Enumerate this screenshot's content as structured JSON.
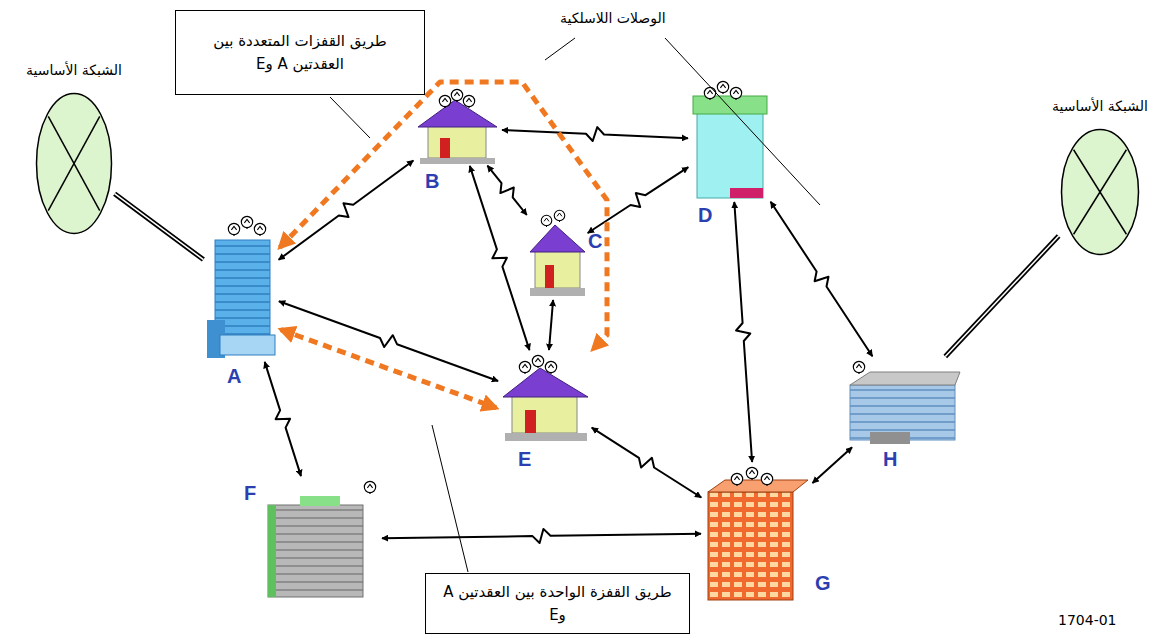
{
  "diagram": {
    "nodes": [
      {
        "text": [
          "طريق القفزات المتعددة بين العقدتين A وE"
        ]
      },
      {
        "text": [
          "الشبكة الأساسية"
        ]
      },
      {
        "text": [
          "B"
        ]
      },
      {
        "text": [
          "C"
        ]
      },
      {
        "text": [
          "D"
        ]
      },
      {
        "text": [
          "A"
        ]
      },
      {
        "text": [
          "E"
        ]
      },
      {
        "text": [
          "H"
        ]
      },
      {
        "text": [
          "الشبكة الأساسية"
        ]
      },
      {
        "text": [
          "F"
        ]
      },
      {
        "text": [
          "G"
        ]
      },
      {
        "text": [
          "طريق القفزة الواحدة بين العقدتين A وE"
        ]
      }
    ],
    "edges": [
      {
        "from": 1,
        "to": 5,
        "arrow": "none"
      },
      {
        "from": 5,
        "to": 2,
        "arrow": "both"
      },
      {
        "from": 5,
        "to": 6,
        "arrow": "both"
      },
      {
        "from": 5,
        "to": 9,
        "arrow": "both"
      },
      {
        "from": 2,
        "to": 3,
        "arrow": "both"
      },
      {
        "from": 2,
        "to": 6,
        "arrow": "both"
      },
      {
        "from": 2,
        "to": 4,
        "arrow": "both"
      },
      {
        "from": 3,
        "to": 4,
        "arrow": "both"
      },
      {
        "from": 3,
        "to": 6,
        "arrow": "both"
      },
      {
        "from": 4,
        "to": 10,
        "arrow": "both"
      },
      {
        "from": 4,
        "to": 7,
        "arrow": "both"
      },
      {
        "from": 6,
        "to": 10,
        "arrow": "both"
      },
      {
        "from": 9,
        "to": 10,
        "arrow": "both"
      },
      {
        "from": 10,
        "to": 7,
        "arrow": "both"
      },
      {
        "from": 7,
        "to": 8,
        "arrow": "none"
      },
      {
        "from": 5,
        "to": 6,
        "arrow": "both"
      },
      {
        "from": 5,
        "to": 6,
        "arrow": "both"
      }
    ],
    "labels": [
      "الوصلات اللاسلكية",
      "1704-01"
    ]
  }
}
